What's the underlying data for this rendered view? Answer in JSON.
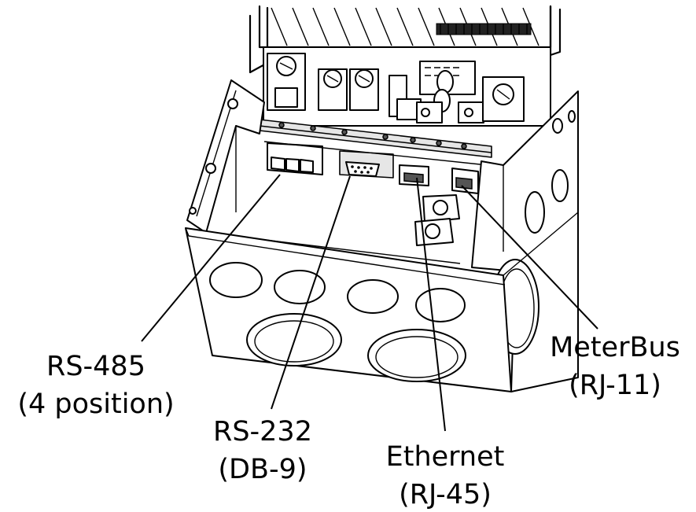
{
  "callouts": [
    {
      "id": "rs485",
      "line1": "RS-485",
      "line2": "(4 position)"
    },
    {
      "id": "rs232",
      "line1": "RS-232",
      "line2": "(DB-9)"
    },
    {
      "id": "ethernet",
      "line1": "Ethernet",
      "line2": "(RJ-45)"
    },
    {
      "id": "meterbus",
      "line1": "MeterBus",
      "line2": "(RJ-11)"
    }
  ]
}
